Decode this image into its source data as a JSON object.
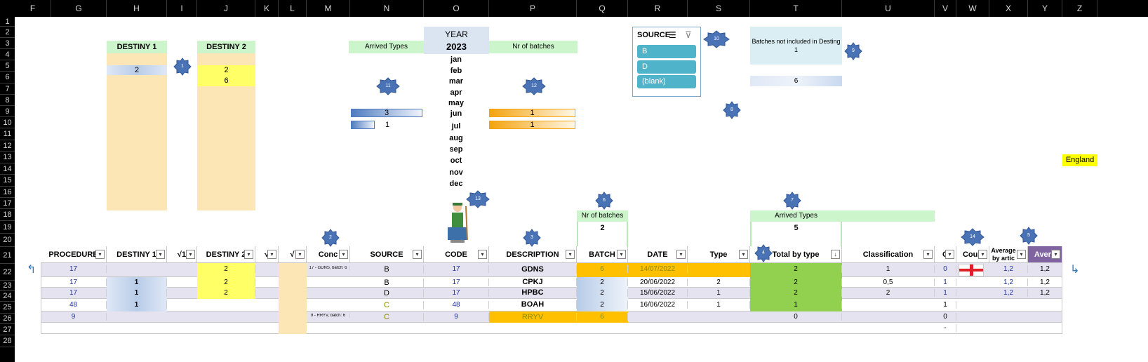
{
  "columns": [
    "F",
    "G",
    "H",
    "I",
    "J",
    "K",
    "L",
    "M",
    "N",
    "O",
    "P",
    "Q",
    "R",
    "S",
    "T",
    "U",
    "V",
    "W",
    "X",
    "Y",
    "Z"
  ],
  "rows": [
    "1",
    "2",
    "3",
    "4",
    "5",
    "6",
    "7",
    "8",
    "9",
    "10",
    "11",
    "12",
    "13",
    "14",
    "15",
    "16",
    "17",
    "18",
    "19",
    "20",
    "21",
    "22",
    "23",
    "24",
    "25",
    "26",
    "27",
    "28"
  ],
  "destiny1": {
    "title": "DESTINY 1",
    "value": "2"
  },
  "destiny2": {
    "title": "DESTINY 2",
    "value1": "2",
    "value2": "6"
  },
  "year": {
    "label": "YEAR",
    "value": "2023",
    "months": [
      "jan",
      "feb",
      "mar",
      "apr",
      "may",
      "jun",
      "jul",
      "aug",
      "sep",
      "oct",
      "nov",
      "dec"
    ]
  },
  "arrived_types_label": "Arrived Types",
  "nr_batches_label": "Nr of batches",
  "month_bars": {
    "arrived_jun": "3",
    "arrived_jul": "1",
    "batches_jun": "1",
    "batches_jul": "1"
  },
  "slicer": {
    "title": "SOURCE",
    "items": [
      "B",
      "D",
      "(blank)"
    ]
  },
  "not_included": {
    "label": "Batches not included in Desting 1",
    "value": "6"
  },
  "country_label": "England",
  "badges": [
    "1",
    "2",
    "3",
    "4",
    "5",
    "6",
    "7",
    "8",
    "9",
    "10",
    "11",
    "12",
    "13",
    "14"
  ],
  "summary": {
    "nr_batches_label": "Nr of batches",
    "nr_batches_value": "2",
    "arrived_types_label": "Arrived Types",
    "arrived_types_value": "5"
  },
  "table": {
    "headers": [
      "PROCEDURE",
      "DESTINY 1",
      "√1",
      "DESTINY 2",
      "√",
      "√",
      "Conc",
      "SOURCE",
      "CODE",
      "DESCRIPTION",
      "BATCH",
      "DATE",
      "Type",
      "Total by type",
      "Classification",
      "C",
      "Coun",
      "Average by artic",
      "Avera"
    ],
    "rows": [
      {
        "procedure": "17",
        "destiny1": "",
        "destiny2": "2",
        "conc": "17 - GDNS, batch: 6",
        "source": "B",
        "code": "17",
        "description": "GDNS",
        "batch": "6",
        "date": "14/07/2022",
        "type": "",
        "total": "2",
        "classification": "1",
        "c": "0",
        "avg": "1,2",
        "avera": "1,2"
      },
      {
        "procedure": "17",
        "destiny1": "1",
        "destiny2": "2",
        "conc": "",
        "source": "B",
        "code": "17",
        "description": "CPKJ",
        "batch": "2",
        "date": "20/06/2022",
        "type": "2",
        "total": "2",
        "classification": "0,5",
        "c": "1",
        "avg": "1,2",
        "avera": "1,2"
      },
      {
        "procedure": "17",
        "destiny1": "1",
        "destiny2": "2",
        "conc": "",
        "source": "D",
        "code": "17",
        "description": "HPBC",
        "batch": "2",
        "date": "15/06/2022",
        "type": "1",
        "total": "2",
        "classification": "2",
        "c": "1",
        "avg": "1,2",
        "avera": "1,2"
      },
      {
        "procedure": "48",
        "destiny1": "1",
        "destiny2": "",
        "conc": "",
        "source": "C",
        "code": "48",
        "description": "BOAH",
        "batch": "2",
        "date": "16/06/2022",
        "type": "1",
        "total": "1",
        "classification": "",
        "c": "1",
        "avg": "",
        "avera": ""
      },
      {
        "procedure": "9",
        "destiny1": "",
        "destiny2": "",
        "conc": "9 - RRYV, batch: 6",
        "source": "C",
        "code": "9",
        "description": "RRYV",
        "batch": "6",
        "date": "",
        "type": "",
        "total": "0",
        "classification": "",
        "c": "0",
        "avg": "",
        "avera": ""
      },
      {
        "procedure": "",
        "destiny1": "",
        "destiny2": "",
        "conc": "",
        "source": "",
        "code": "",
        "description": "",
        "batch": "",
        "date": "",
        "type": "",
        "total": "",
        "classification": "",
        "c": "-",
        "avg": "",
        "avera": ""
      }
    ]
  },
  "colors": {
    "header_green": "#ccf5cc",
    "cream": "#fde6b6",
    "yellow": "#ffff66",
    "orange": "#ffc000",
    "green_total": "#92d050",
    "slicer_blue": "#4fb3c9",
    "badge_blue": "#4a73b5",
    "row_purple": "#e6e3f0"
  }
}
